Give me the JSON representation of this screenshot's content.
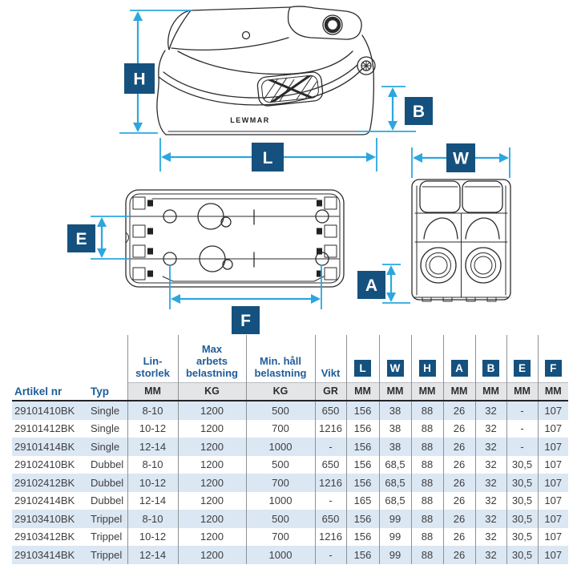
{
  "device": {
    "brand": "LEWMAR"
  },
  "diagram": {
    "labels": {
      "H": "H",
      "B": "B",
      "L": "L",
      "W": "W",
      "E": "E",
      "A": "A",
      "F": "F"
    },
    "accent_navy": "#15517e",
    "accent_cyan": "#2ba7e0"
  },
  "table": {
    "col_headers": [
      {
        "label": "Artikel nr",
        "unit": ""
      },
      {
        "label": "Typ",
        "unit": ""
      },
      {
        "label": "Lin-\nstorlek",
        "unit": "MM"
      },
      {
        "label": "Max\narbets\nbelastning",
        "unit": "KG"
      },
      {
        "label": "Min. håll\nbelastning",
        "unit": "KG"
      },
      {
        "label": "Vikt",
        "unit": "GR"
      }
    ],
    "dim_headers": [
      {
        "letter": "L",
        "unit": "MM"
      },
      {
        "letter": "W",
        "unit": "MM"
      },
      {
        "letter": "H",
        "unit": "MM"
      },
      {
        "letter": "A",
        "unit": "MM"
      },
      {
        "letter": "B",
        "unit": "MM"
      },
      {
        "letter": "E",
        "unit": "MM"
      },
      {
        "letter": "F",
        "unit": "MM"
      }
    ],
    "rows": [
      [
        "29101410BK",
        "Single",
        "8-10",
        "1200",
        "500",
        "650",
        "156",
        "38",
        "88",
        "26",
        "32",
        "-",
        "107"
      ],
      [
        "29101412BK",
        "Single",
        "10-12",
        "1200",
        "700",
        "1216",
        "156",
        "38",
        "88",
        "26",
        "32",
        "-",
        "107"
      ],
      [
        "29101414BK",
        "Single",
        "12-14",
        "1200",
        "1000",
        "-",
        "156",
        "38",
        "88",
        "26",
        "32",
        "-",
        "107"
      ],
      [
        "29102410BK",
        "Dubbel",
        "8-10",
        "1200",
        "500",
        "650",
        "156",
        "68,5",
        "88",
        "26",
        "32",
        "30,5",
        "107"
      ],
      [
        "29102412BK",
        "Dubbel",
        "10-12",
        "1200",
        "700",
        "1216",
        "156",
        "68,5",
        "88",
        "26",
        "32",
        "30,5",
        "107"
      ],
      [
        "29102414BK",
        "Dubbel",
        "12-14",
        "1200",
        "1000",
        "-",
        "165",
        "68,5",
        "88",
        "26",
        "32",
        "30,5",
        "107"
      ],
      [
        "29103410BK",
        "Trippel",
        "8-10",
        "1200",
        "500",
        "650",
        "156",
        "99",
        "88",
        "26",
        "32",
        "30,5",
        "107"
      ],
      [
        "29103412BK",
        "Trippel",
        "10-12",
        "1200",
        "700",
        "1216",
        "156",
        "99",
        "88",
        "26",
        "32",
        "30,5",
        "107"
      ],
      [
        "29103414BK",
        "Trippel",
        "12-14",
        "1200",
        "1000",
        "-",
        "156",
        "99",
        "88",
        "26",
        "32",
        "30,5",
        "107"
      ]
    ]
  }
}
